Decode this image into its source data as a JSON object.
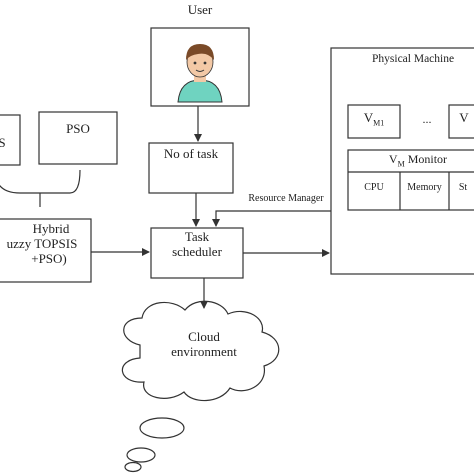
{
  "labels": {
    "user": "User",
    "pso": "PSO",
    "left_cut": "S",
    "no_of_task": "No of task",
    "hybrid_line1": "Hybrid",
    "hybrid_line2": "uzzy TOPSIS",
    "hybrid_line3": "+PSO)",
    "task_scheduler_line1": "Task",
    "task_scheduler_line2": "scheduler",
    "resource_manager": "Resource Manager",
    "physical_machine": "Physical Machine",
    "vm1_prefix": "V",
    "vm1_sub": "M1",
    "vm_dots": "...",
    "vm_right": "V",
    "vm_monitor_prefix": "V",
    "vm_monitor_sub": "M",
    "vm_monitor_suffix": " Monitor",
    "cpu": "CPU",
    "memory": "Memory",
    "storage_cut": "St",
    "cloud_line1": "Cloud",
    "cloud_line2": "environment"
  },
  "colors": {
    "stroke": "#333333",
    "avatar_skin": "#f3c9a6",
    "avatar_hair": "#7a4a28",
    "avatar_shirt": "#6fd3c0"
  },
  "icons": {
    "user": "user-avatar-icon"
  }
}
